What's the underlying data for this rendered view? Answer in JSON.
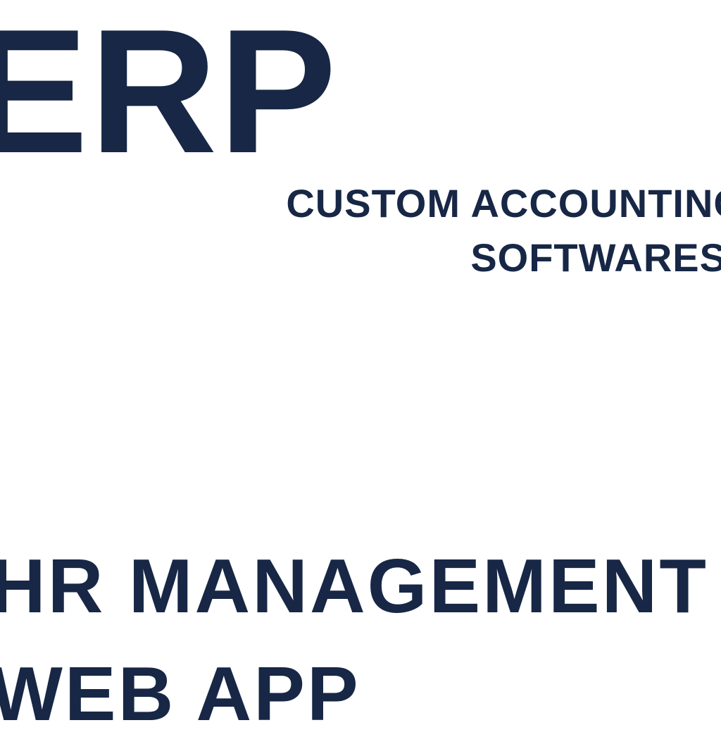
{
  "logo_text": "ERP",
  "subtitle": {
    "line1": "CUSTOM ACCOUNTING",
    "line2": "SOFTWARES"
  },
  "headline": {
    "line1": "HR MANAGEMENT",
    "line2": "WEB APP"
  },
  "colors": {
    "text": "#172745",
    "background": "#ffffff"
  }
}
